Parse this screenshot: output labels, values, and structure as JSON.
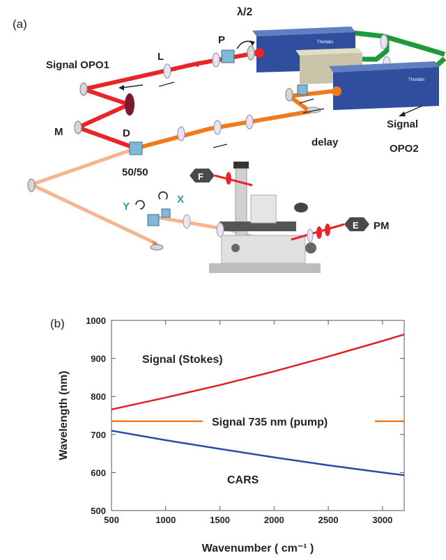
{
  "colors": {
    "red_beam": "#e8252a",
    "orange_beam": "#f07a1e",
    "pink_beam": "#f5b58f",
    "green_beam": "#1e9a3c",
    "laser_blue": "#2f4f9e",
    "cube": "#7fb8d8",
    "teal_text": "#2a9aa0",
    "curve_signal": "#e02020",
    "curve_pump": "#f07a1e",
    "curve_cars": "#2b4aa8"
  },
  "panel_a": {
    "panel_label": "(a)",
    "signal_opo1": "Signal OPO1",
    "label_L": "L",
    "label_P": "P",
    "label_half_wave": "λ/2",
    "label_M": "M",
    "label_D": "D",
    "label_5050": "50/50",
    "label_delay": "delay",
    "signal_opo2_line1": "Signal",
    "signal_opo2_line2": "OPO2",
    "label_F": "F",
    "label_E": "E",
    "label_PM": "PM",
    "label_X": "X",
    "label_Y": "Y",
    "laser_logo": "Thorlabs"
  },
  "panel_b": {
    "panel_label": "(b)"
  },
  "chart_data": {
    "type": "line",
    "title": "",
    "xlabel": "Wavenumber ( cm⁻¹ )",
    "ylabel": "Wavelength (nm)",
    "xlim": [
      500,
      3200
    ],
    "ylim": [
      500,
      1000
    ],
    "xticks": [
      500,
      1000,
      1500,
      2000,
      2500,
      3000
    ],
    "yticks": [
      500,
      600,
      700,
      800,
      900,
      1000
    ],
    "grid": false,
    "series": [
      {
        "name": "Signal (Stokes)",
        "x": [
          500,
          1000,
          1500,
          2000,
          2500,
          3000,
          3200
        ],
        "values": [
          766,
          797,
          830,
          866,
          905,
          946,
          963
        ]
      },
      {
        "name": "Signal 735 nm (pump)",
        "x": [
          500,
          3200
        ],
        "values": [
          735,
          735
        ]
      },
      {
        "name": "CARS",
        "x": [
          500,
          1000,
          1500,
          2000,
          2500,
          3000,
          3200
        ],
        "values": [
          710,
          685,
          662,
          640,
          619,
          600,
          593
        ]
      }
    ]
  }
}
